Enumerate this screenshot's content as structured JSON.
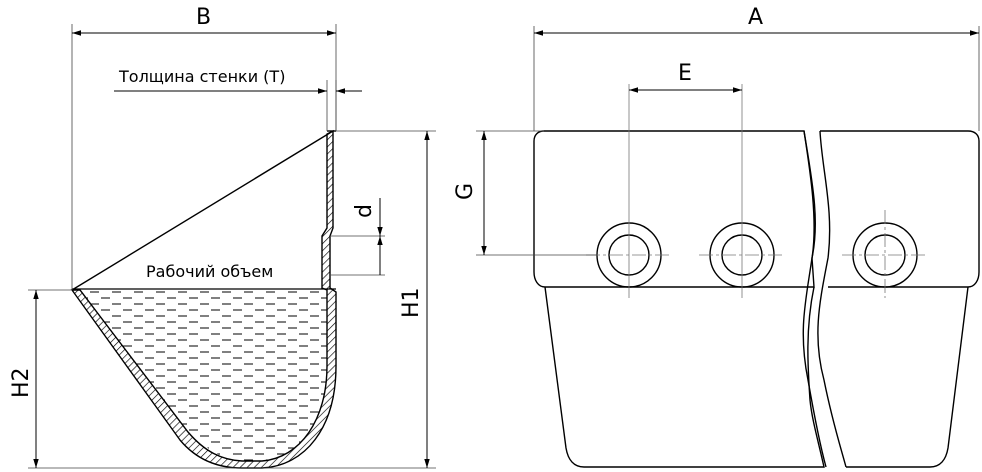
{
  "labels": {
    "B": "B",
    "A": "A",
    "E": "E",
    "G": "G",
    "d": "d",
    "H1": "H1",
    "H2": "H2",
    "wall_thickness": "Толщина стенки (T)",
    "working_volume": "Рабочий объем"
  },
  "colors": {
    "line": "#000000",
    "thin_line": "#444444",
    "liquid_fill": "#ffffff",
    "center_line": "#777777"
  }
}
